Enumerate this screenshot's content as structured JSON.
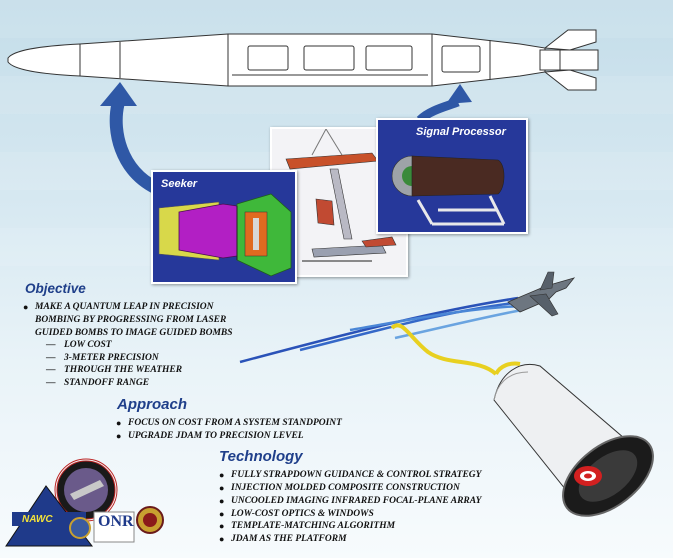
{
  "panels": {
    "seeker_title": "Seeker",
    "signal_title": "Signal Processor"
  },
  "objective": {
    "heading": "Objective",
    "lines": [
      "MAKE A QUANTUM LEAP IN PRECISION",
      "BOMBING BY PROGRESSING FROM LASER",
      "GUIDED BOMBS TO IMAGE GUIDED BOMBS"
    ],
    "sub_items": [
      "LOW COST",
      "3-METER PRECISION",
      "THROUGH THE WEATHER",
      "STANDOFF RANGE"
    ]
  },
  "approach": {
    "heading": "Approach",
    "items": [
      "FOCUS ON COST FROM A SYSTEM STANDPOINT",
      "UPGRADE JDAM TO PRECISION LEVEL"
    ]
  },
  "technology": {
    "heading": "Technology",
    "items": [
      "FULLY STRAPDOWN GUIDANCE & CONTROL STRATEGY",
      "INJECTION MOLDED COMPOSITE CONSTRUCTION",
      "UNCOOLED IMAGING INFRARED FOCAL-PLANE ARRAY",
      "LOW-COST OPTICS & WINDOWS",
      "TEMPLATE-MATCHING ALGORITHM",
      "JDAM AS THE PLATFORM"
    ]
  },
  "logos": {
    "nawc": "NAWC",
    "onr": "ONR"
  },
  "colors": {
    "heading_blue": "#1f3f8a",
    "panel_blue": "#26389a",
    "seeker_green": "#3fb83a",
    "seeker_magenta": "#b21fc4",
    "nose_yellow": "#e8e020"
  }
}
